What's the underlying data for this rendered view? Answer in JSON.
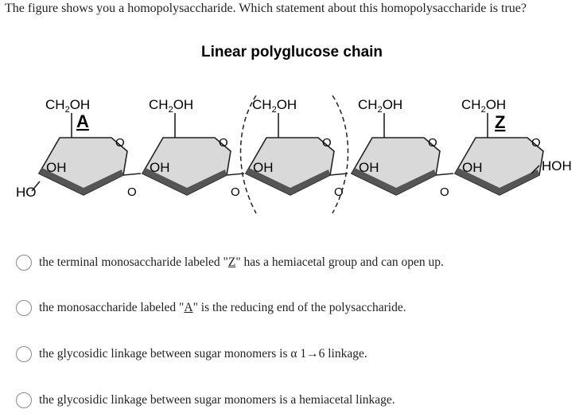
{
  "question": "The figure shows you a homopolysaccharide. Which statement about this homopolysaccharide is true?",
  "figure": {
    "title": "Linear polyglucose chain",
    "ch2oh_main": "CH",
    "ch2oh_sub": "2",
    "ch2oh_tail": "OH",
    "oh": "OH",
    "ho": "HO",
    "ring_o": "O",
    "link_o": "O",
    "hoh": "HOH",
    "label_a": "A",
    "label_z": "Z",
    "ring_color": "#d9d9d9",
    "shade_color": "#555555"
  },
  "options": [
    {
      "pre": "the terminal monosaccharide labeled \"",
      "u": "Z",
      "post": "\" has a hemiacetal group and can open up."
    },
    {
      "pre": "the monosaccharide labeled \"",
      "u": "A",
      "post": "\" is the reducing end of the polysaccharide."
    },
    {
      "pre": "the glycosidic linkage between sugar monomers is α 1→6 linkage.",
      "u": "",
      "post": ""
    },
    {
      "pre": "the glycosidic linkage between sugar monomers is a hemiacetal linkage.",
      "u": "",
      "post": ""
    }
  ]
}
